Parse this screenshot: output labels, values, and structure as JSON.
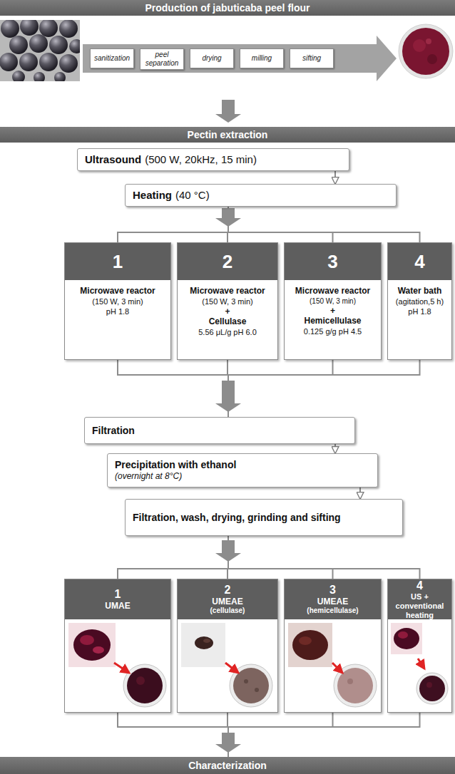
{
  "diagram": {
    "nodes": [
      {
        "text": [
          "Production of jabuticaba peel flour"
        ]
      },
      {
        "text": [
          "sanitization"
        ]
      },
      {
        "text": [
          "peel separation"
        ]
      },
      {
        "text": [
          "drying"
        ]
      },
      {
        "text": [
          "milling"
        ]
      },
      {
        "text": [
          "sifting"
        ]
      },
      {
        "text": [
          "Pectin extraction"
        ]
      },
      {
        "text": [
          "Ultrasound",
          "(500 W, 20kHz, 15 min)"
        ]
      },
      {
        "text": [
          "Heating",
          "(40 °C)"
        ]
      },
      {
        "text": [
          "1",
          "Microwave reactor",
          "(150 W, 3 min)",
          "pH 1.8"
        ]
      },
      {
        "text": [
          "2",
          "Microwave reactor",
          "(150 W, 3 min)",
          "+",
          "Cellulase",
          "5.56 μL/g pH 6.0"
        ]
      },
      {
        "text": [
          "3",
          "Microwave reactor",
          "(150 W, 3 min)",
          "+",
          "Hemicellulase",
          "0.125 g/g pH 4.5"
        ]
      },
      {
        "text": [
          "4",
          "Water bath",
          "(agitation,5 h)",
          "pH 1.8"
        ]
      },
      {
        "text": [
          "Filtration"
        ]
      },
      {
        "text": [
          "Precipitation with ethanol",
          "(overnight at 8°C)"
        ]
      },
      {
        "text": [
          "Filtration, wash, drying, grinding and sifting"
        ]
      },
      {
        "text": [
          "1",
          "UMAE"
        ]
      },
      {
        "text": [
          "2",
          "UMEAE",
          "(cellulase)"
        ]
      },
      {
        "text": [
          "3",
          "UMEAE",
          "(hemicellulase)"
        ]
      },
      {
        "text": [
          "4",
          "US + conventional heating"
        ]
      },
      {
        "text": [
          "Characterization"
        ]
      }
    ],
    "edges": [
      {
        "from": 7,
        "to": 8,
        "arrow": "to"
      },
      {
        "from": 8,
        "to": 9,
        "arrow": "none"
      },
      {
        "from": 8,
        "to": 10,
        "arrow": "none"
      },
      {
        "from": 8,
        "to": 11,
        "arrow": "none"
      },
      {
        "from": 8,
        "to": 12,
        "arrow": "none"
      },
      {
        "from": 9,
        "to": 13,
        "arrow": "none"
      },
      {
        "from": 10,
        "to": 13,
        "arrow": "none"
      },
      {
        "from": 11,
        "to": 13,
        "arrow": "none"
      },
      {
        "from": 12,
        "to": 13,
        "arrow": "none"
      },
      {
        "from": 13,
        "to": 14,
        "arrow": "to"
      },
      {
        "from": 14,
        "to": 15,
        "arrow": "to"
      },
      {
        "from": 15,
        "to": 16,
        "arrow": "none"
      },
      {
        "from": 15,
        "to": 17,
        "arrow": "none"
      },
      {
        "from": 15,
        "to": 18,
        "arrow": "none"
      },
      {
        "from": 15,
        "to": 19,
        "arrow": "none"
      },
      {
        "from": 16,
        "to": 20,
        "arrow": "none"
      },
      {
        "from": 17,
        "to": 20,
        "arrow": "none"
      },
      {
        "from": 18,
        "to": 20,
        "arrow": "none"
      },
      {
        "from": 19,
        "to": 20,
        "arrow": "none"
      }
    ]
  }
}
